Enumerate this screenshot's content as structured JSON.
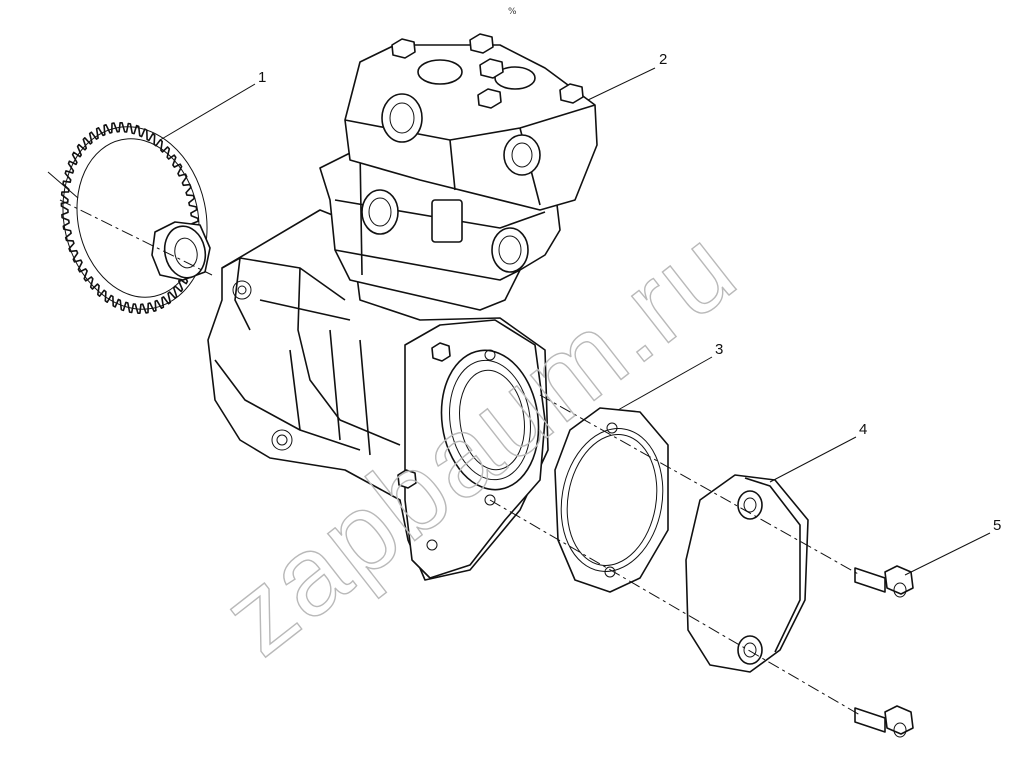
{
  "diagram": {
    "header_mark": "%",
    "watermark": "zapbaum.ru",
    "callouts": [
      "1",
      "2",
      "3",
      "4",
      "5"
    ]
  }
}
